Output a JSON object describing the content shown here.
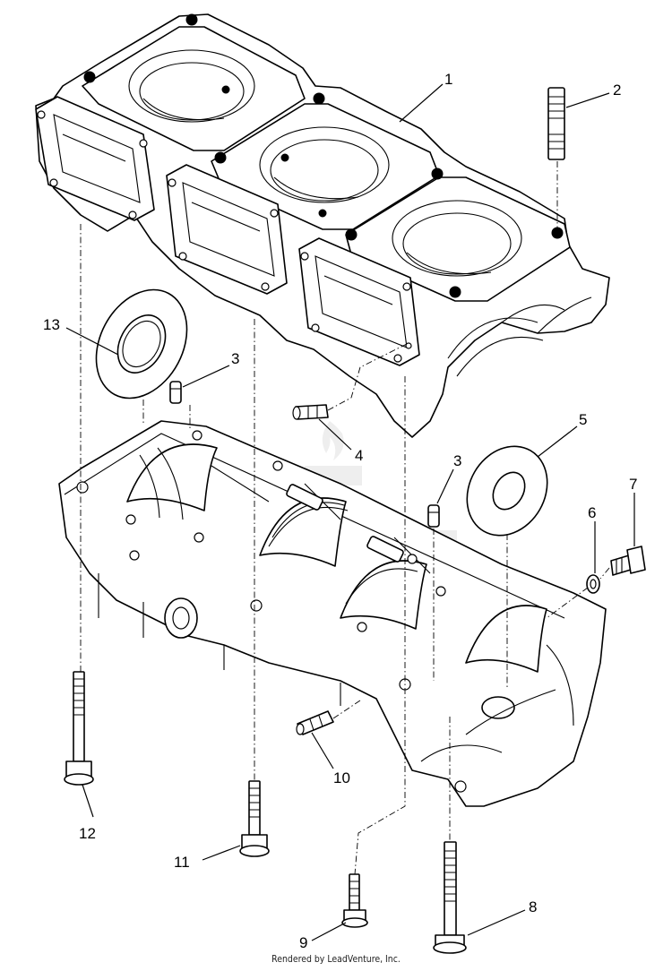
{
  "callouts": {
    "c1": "1",
    "c2": "2",
    "c3a": "3",
    "c3b": "3",
    "c4": "4",
    "c5": "5",
    "c6": "6",
    "c7": "7",
    "c8": "8",
    "c9": "9",
    "c10": "10",
    "c11": "11",
    "c12": "12",
    "c13": "13"
  },
  "footer": "Rendered by LeadVenture, Inc."
}
